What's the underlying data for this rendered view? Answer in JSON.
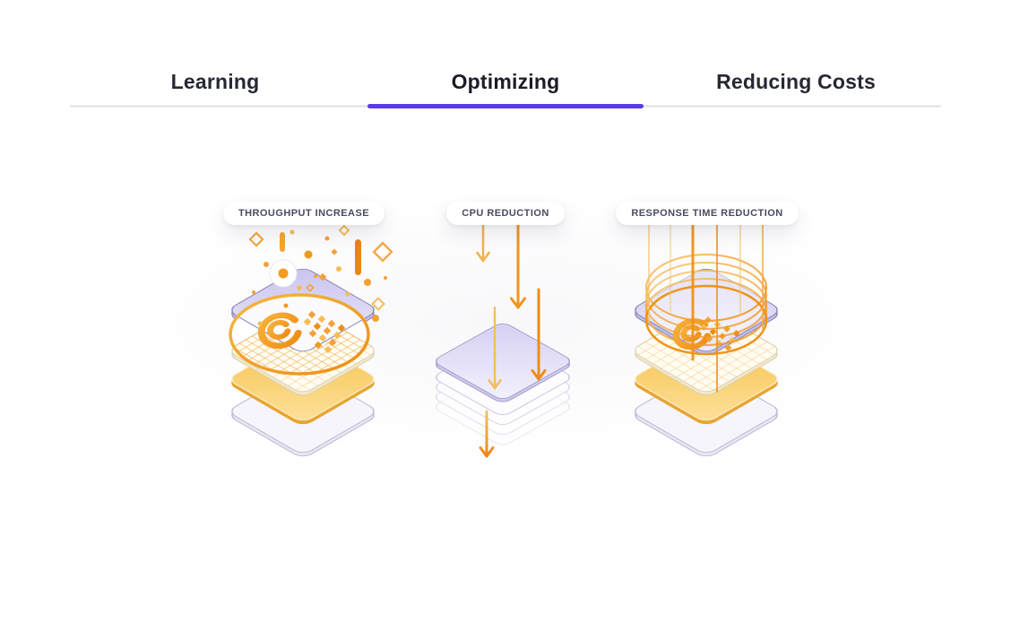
{
  "tabs": [
    {
      "label": "Learning",
      "active": false
    },
    {
      "label": "Optimizing",
      "active": true
    },
    {
      "label": "Reducing Costs",
      "active": false
    }
  ],
  "panels": [
    {
      "badge": "THROUGHPUT INCREASE",
      "illustration": "layer-stack-with-confetti-and-lens"
    },
    {
      "badge": "CPU REDUCTION",
      "illustration": "compressed-layer-stack-with-down-arrows"
    },
    {
      "badge": "RESPONSE TIME REDUCTION",
      "illustration": "layer-stack-with-cylinder-and-descending-lines"
    }
  ],
  "colors": {
    "accent_purple": "#5B3BE8",
    "tab_text": "#262833",
    "tab_track": "#E9E9ED",
    "badge_text": "#4A4B60",
    "orange": "#F29C1F",
    "orange_dark": "#EE8512",
    "orange_light": "#F7C469",
    "lavender": "#CFC9F0",
    "lavender_border": "#8F8AB5",
    "yellow_layer": "#F8C44C",
    "bottom_layer": "#F5F5FB"
  }
}
